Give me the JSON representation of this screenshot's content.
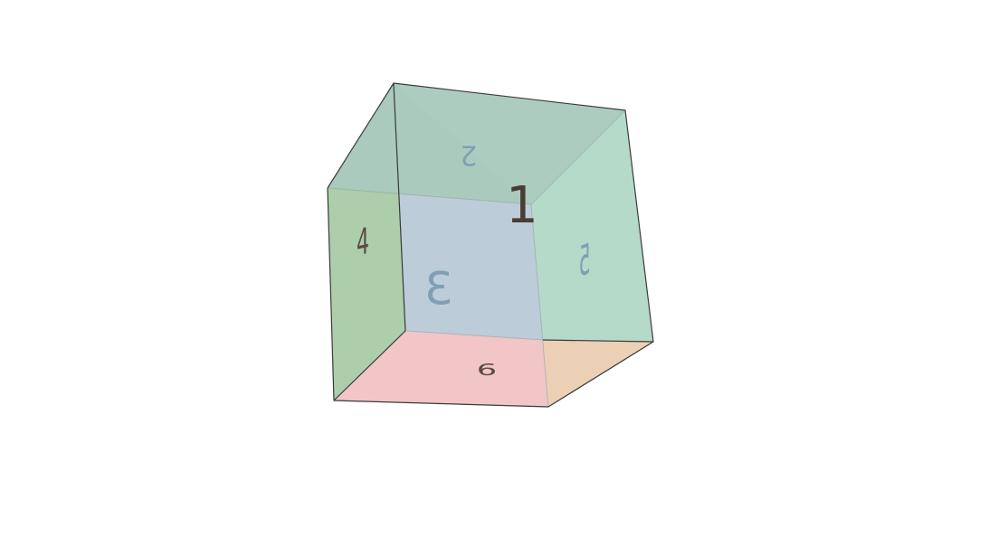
{
  "cube": {
    "faces": [
      {
        "id": "top",
        "number": "2",
        "color": "#a9c9bd",
        "text_color": "#7f9fb5"
      },
      {
        "id": "left",
        "number": "4",
        "color": "#a8cba6",
        "text_color": "#5a4a44"
      },
      {
        "id": "back",
        "number": "3",
        "color": "#b8c9d6",
        "text_color": "#7f9fb5"
      },
      {
        "id": "right",
        "number": "5",
        "color": "#b1d8c6",
        "text_color": "#7f9fb5"
      },
      {
        "id": "bottom",
        "number": "6",
        "color": "#f1c2c3",
        "text_color": "#5a4a44"
      },
      {
        "id": "bottom-right",
        "color": "#ebcdb1"
      },
      {
        "id": "front",
        "number": "1",
        "text_color": "#4a3c34"
      }
    ],
    "edge_color": "#3a3a3a"
  }
}
